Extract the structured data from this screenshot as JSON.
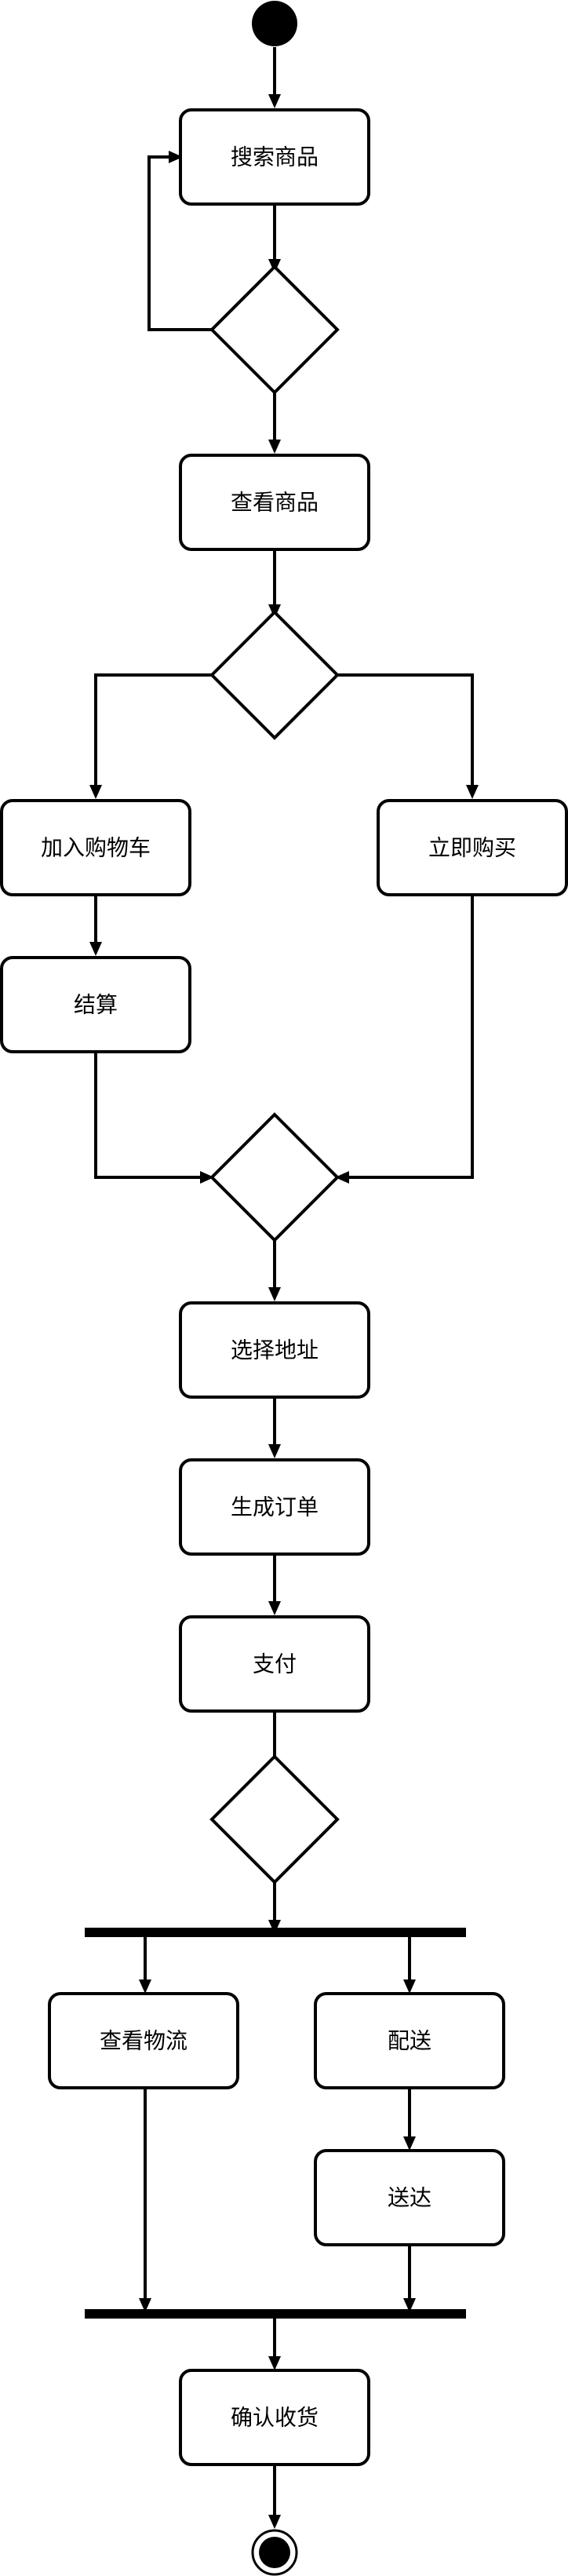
{
  "diagram": {
    "type": "activity-diagram",
    "stroke_color": "#000000",
    "fill_color": "#ffffff",
    "nodes": {
      "search_goods": "搜索商品",
      "view_goods": "查看商品",
      "add_to_cart": "加入购物车",
      "buy_now": "立即购买",
      "checkout": "结算",
      "select_address": "选择地址",
      "create_order": "生成订单",
      "pay": "支付",
      "view_logistics": "查看物流",
      "distribute": "配送",
      "deliver": "送达",
      "confirm_receipt": "确认收货"
    }
  }
}
